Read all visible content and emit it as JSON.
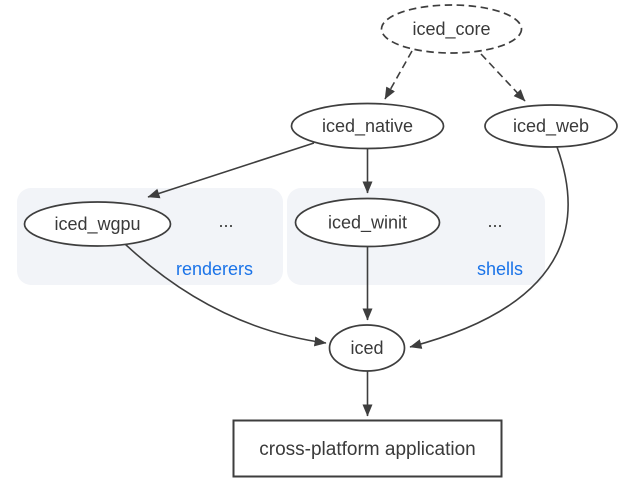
{
  "diagram": {
    "nodes": {
      "iced_core": {
        "label": "iced_core",
        "shape": "ellipse",
        "border": "dashed"
      },
      "iced_native": {
        "label": "iced_native",
        "shape": "ellipse",
        "border": "solid"
      },
      "iced_web": {
        "label": "iced_web",
        "shape": "ellipse",
        "border": "solid"
      },
      "iced_wgpu": {
        "label": "iced_wgpu",
        "shape": "ellipse",
        "border": "solid",
        "group": "renderers"
      },
      "iced_winit": {
        "label": "iced_winit",
        "shape": "ellipse",
        "border": "solid",
        "group": "shells"
      },
      "iced": {
        "label": "iced",
        "shape": "ellipse",
        "border": "solid"
      },
      "app": {
        "label": "cross-platform application",
        "shape": "rect",
        "border": "solid"
      }
    },
    "groups": {
      "renderers": {
        "label": "renderers",
        "ellipsis": "..."
      },
      "shells": {
        "label": "shells",
        "ellipsis": "..."
      }
    },
    "edges": [
      {
        "from": "iced_core",
        "to": "iced_native",
        "style": "dashed"
      },
      {
        "from": "iced_core",
        "to": "iced_web",
        "style": "dashed"
      },
      {
        "from": "iced_native",
        "to": "iced_wgpu",
        "style": "solid"
      },
      {
        "from": "iced_native",
        "to": "iced_winit",
        "style": "solid"
      },
      {
        "from": "iced_wgpu",
        "to": "iced",
        "style": "solid"
      },
      {
        "from": "iced_winit",
        "to": "iced",
        "style": "solid"
      },
      {
        "from": "iced_web",
        "to": "iced",
        "style": "solid"
      },
      {
        "from": "iced",
        "to": "app",
        "style": "solid"
      }
    ],
    "colors": {
      "stroke": "#3e3e3e",
      "text": "#3a3a3a",
      "group_fill": "#f2f4f8",
      "group_label": "#1a73e8",
      "node_fill": "#ffffff",
      "background": "#ffffff"
    }
  }
}
